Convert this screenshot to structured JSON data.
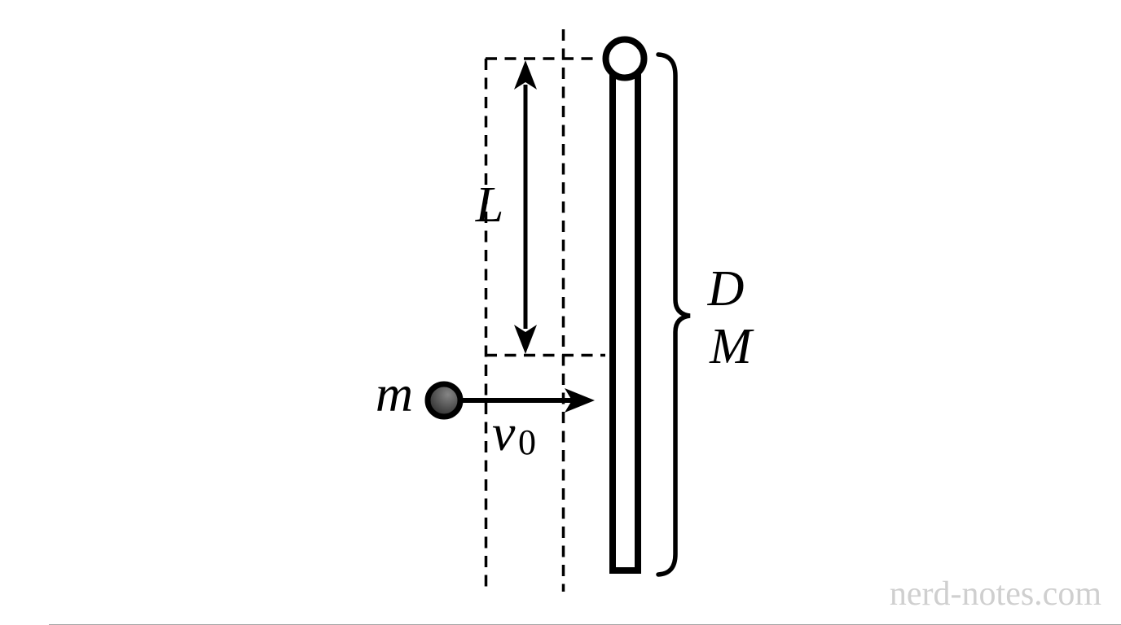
{
  "theme": {
    "bg": "#ffffff",
    "line": "#000000",
    "rod-fill": "#ffffff",
    "ball-light": "#858585",
    "ball-dark": "#101010",
    "watermark": "#cfcfcf"
  },
  "diagram": {
    "labels": {
      "upper_length": "L",
      "ball_mass": "m",
      "velocity": "v",
      "velocity_subscript": "0",
      "rod_length": "D",
      "rod_mass": "M"
    }
  },
  "watermark": {
    "text": "nerd-notes.com"
  }
}
